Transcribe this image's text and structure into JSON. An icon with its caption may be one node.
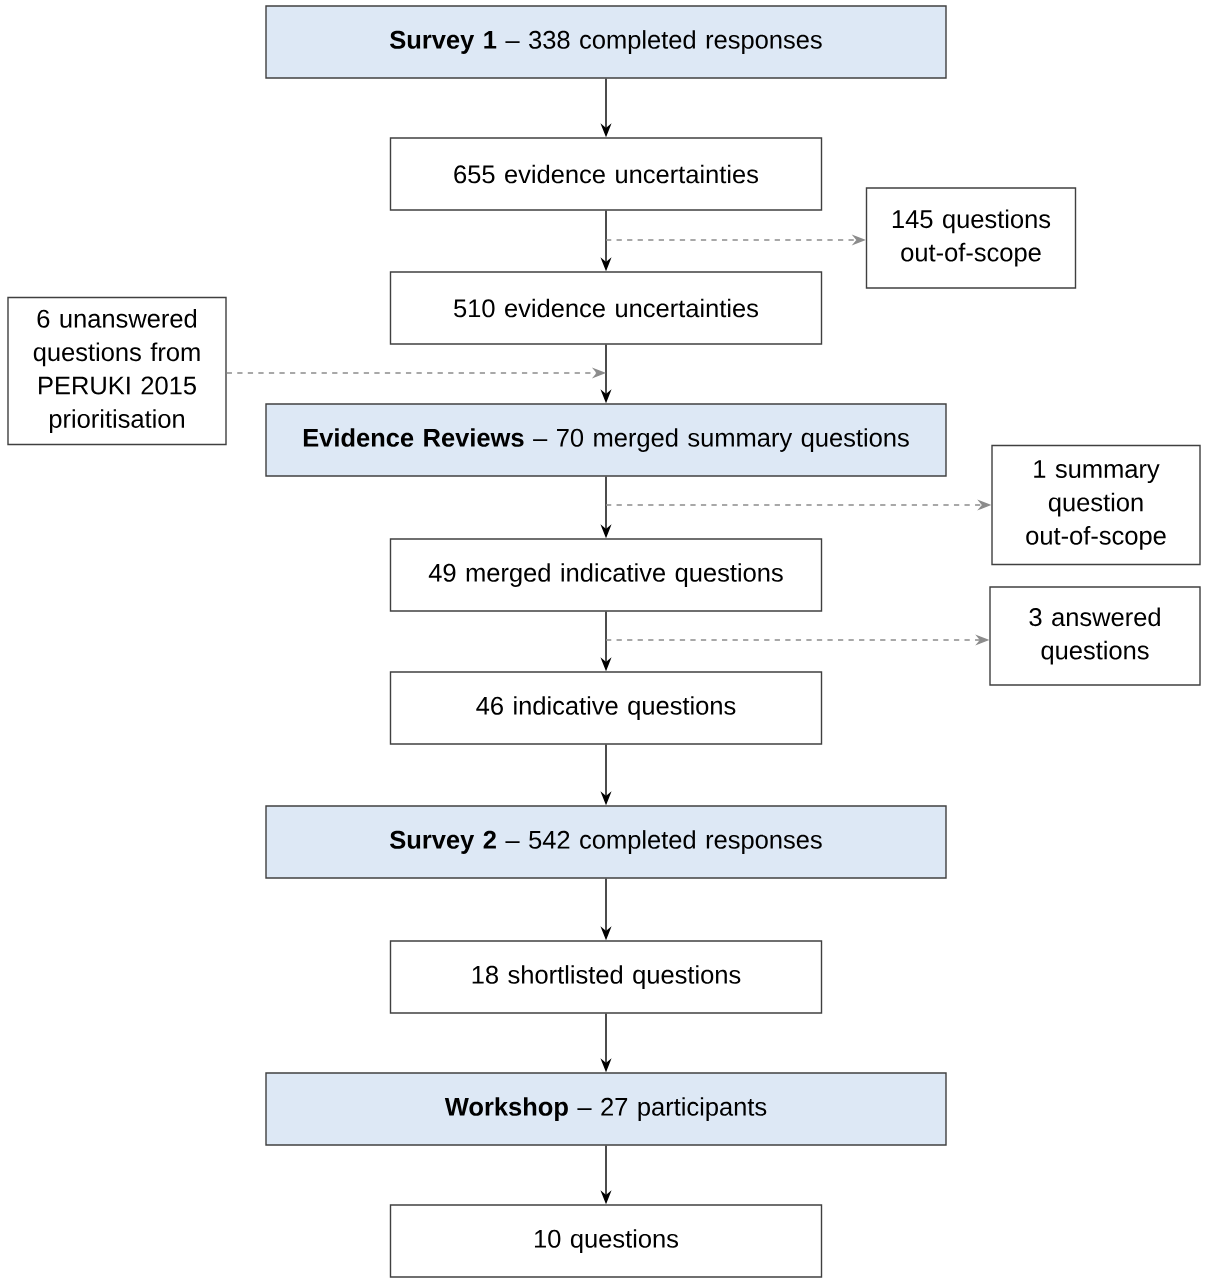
{
  "diagram": {
    "nodes": [
      {
        "text": [
          "**Survey 1** – 338 completed responses"
        ]
      },
      {
        "text": [
          "655 evidence uncertainties"
        ]
      },
      {
        "text": [
          "145 questions out-of-scope"
        ]
      },
      {
        "text": [
          "510 evidence uncertainties"
        ]
      },
      {
        "text": [
          "6 unanswered questions from PERUKI 2015 prioritisation"
        ]
      },
      {
        "text": [
          "**Evidence Reviews** – 70 merged summary questions"
        ]
      },
      {
        "text": [
          "1 summary question out-of-scope"
        ]
      },
      {
        "text": [
          "49 merged indicative questions"
        ]
      },
      {
        "text": [
          "3 answered questions"
        ]
      },
      {
        "text": [
          "46 indicative questions"
        ]
      },
      {
        "text": [
          "**Survey 2** – 542 completed responses"
        ]
      },
      {
        "text": [
          "18 shortlisted questions"
        ]
      },
      {
        "text": [
          "**Workshop** – 27 participants"
        ]
      },
      {
        "text": [
          "10 questions"
        ]
      }
    ],
    "edges": [
      {
        "from": 0,
        "to": 1,
        "arrow": "to"
      },
      {
        "from": 1,
        "to": 3,
        "arrow": "to"
      },
      {
        "from": 1,
        "to": 2,
        "arrow": "to",
        "style": "dashed",
        "color": "#8c8c8c"
      },
      {
        "from": 3,
        "to": 5,
        "arrow": "to"
      },
      {
        "from": 4,
        "to": 5,
        "arrow": "to",
        "style": "dashed",
        "color": "#8c8c8c"
      },
      {
        "from": 5,
        "to": 7,
        "arrow": "to"
      },
      {
        "from": 5,
        "to": 6,
        "arrow": "to",
        "style": "dashed",
        "color": "#8c8c8c"
      },
      {
        "from": 7,
        "to": 9,
        "arrow": "to"
      },
      {
        "from": 7,
        "to": 8,
        "arrow": "to",
        "style": "dashed",
        "color": "#8c8c8c"
      },
      {
        "from": 9,
        "to": 10,
        "arrow": "to"
      },
      {
        "from": 10,
        "to": 11,
        "arrow": "to"
      },
      {
        "from": 11,
        "to": 12,
        "arrow": "to"
      },
      {
        "from": 12,
        "to": 13,
        "arrow": "to"
      }
    ]
  }
}
